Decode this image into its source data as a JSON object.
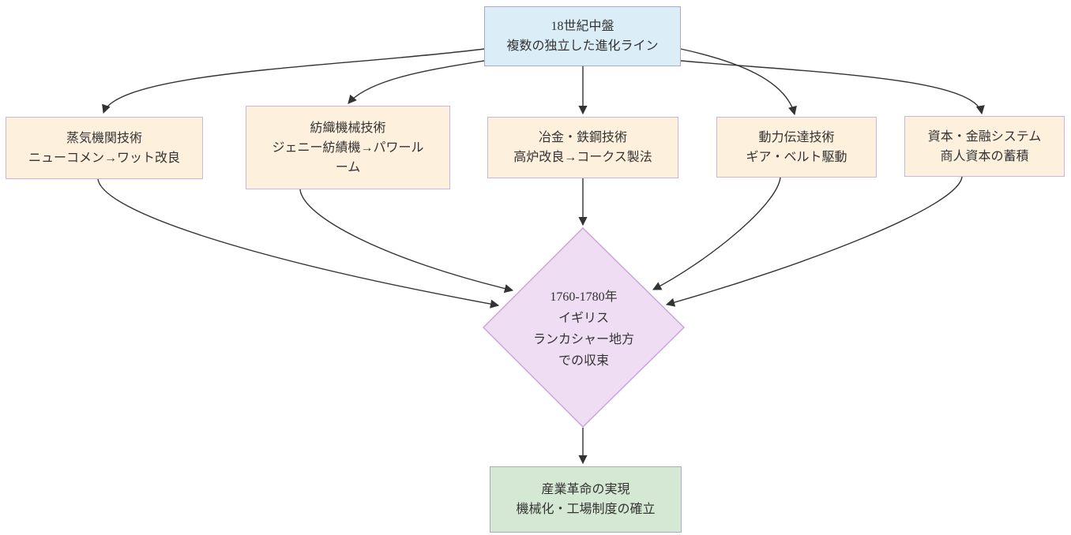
{
  "diagram": {
    "type": "flowchart",
    "direction": "top-down",
    "edge_color": "#333333",
    "nodes": {
      "origin": {
        "label": "18世紀中盤\n複数の独立した進化ライン",
        "shape": "rect",
        "fill": "#dbeef8",
        "border": "#a9a9c8"
      },
      "steam": {
        "label": "蒸気機関技術\nニューコメン→ワット改良",
        "shape": "rect",
        "fill": "#fdf0dd",
        "border": "#c9b6da"
      },
      "textile": {
        "label": "紡織機械技術\nジェニー紡績機→パワール\nーム",
        "shape": "rect",
        "fill": "#fdf0dd",
        "border": "#c9b6da"
      },
      "metallurgy": {
        "label": "冶金・鉄鋼技術\n高炉改良→コークス製法",
        "shape": "rect",
        "fill": "#fdf0dd",
        "border": "#c9b6da"
      },
      "power": {
        "label": "動力伝達技術\nギア・ベルト駆動",
        "shape": "rect",
        "fill": "#fdf0dd",
        "border": "#c9b6da"
      },
      "capital": {
        "label": "資本・金融システム\n商人資本の蓄積",
        "shape": "rect",
        "fill": "#fdf0dd",
        "border": "#c9b6da"
      },
      "convergence": {
        "label": "1760-1780年\nイギリス\nランカシャー地方\nでの収束",
        "shape": "diamond",
        "fill": "#eeddf3",
        "border": "#c9a2d6"
      },
      "result": {
        "label": "産業革命の実現\n機械化・工場制度の確立",
        "shape": "rect",
        "fill": "#d5e8d4",
        "border": "#a9a9c8"
      }
    },
    "edges": [
      {
        "from": "origin",
        "to": "steam"
      },
      {
        "from": "origin",
        "to": "textile"
      },
      {
        "from": "origin",
        "to": "metallurgy"
      },
      {
        "from": "origin",
        "to": "power"
      },
      {
        "from": "origin",
        "to": "capital"
      },
      {
        "from": "steam",
        "to": "convergence"
      },
      {
        "from": "textile",
        "to": "convergence"
      },
      {
        "from": "metallurgy",
        "to": "convergence"
      },
      {
        "from": "power",
        "to": "convergence"
      },
      {
        "from": "capital",
        "to": "convergence"
      },
      {
        "from": "convergence",
        "to": "result"
      }
    ]
  }
}
